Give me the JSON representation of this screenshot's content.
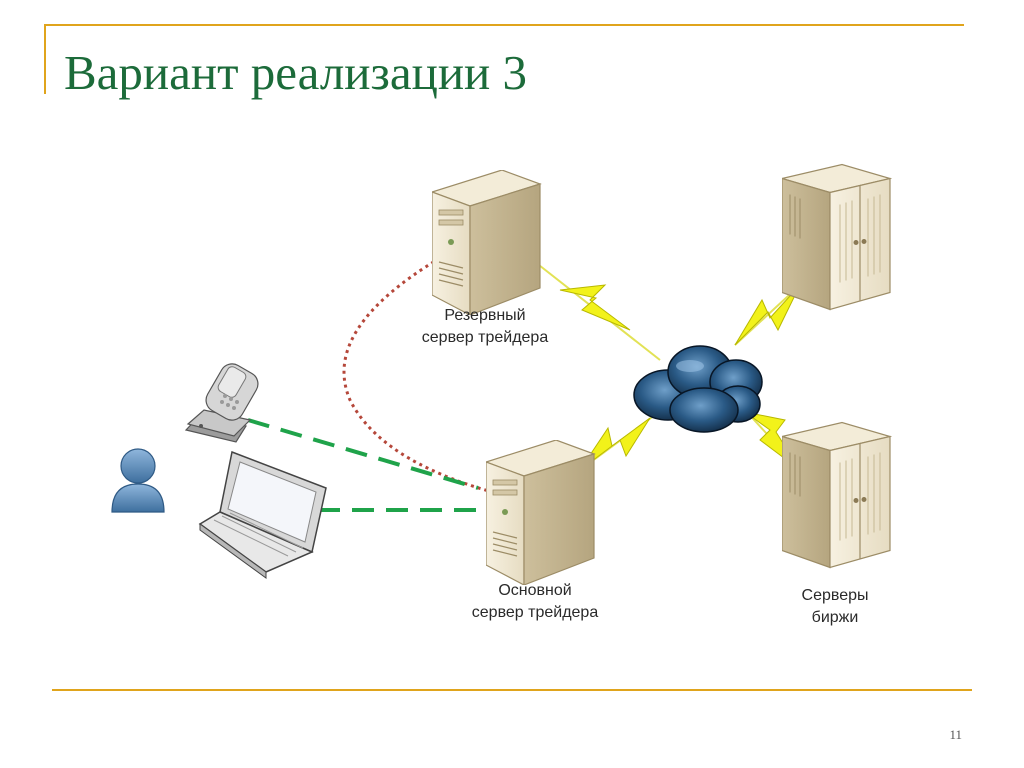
{
  "slide": {
    "title": "Вариант реализации 3",
    "page_number": "11"
  },
  "nodes": {
    "backup_server": {
      "line1": "Резервный",
      "line2": "сервер трейдера"
    },
    "main_server": {
      "line1": "Основной",
      "line2": "сервер трейдера"
    },
    "exchange_servers": {
      "line1": "Серверы",
      "line2": "биржи"
    }
  },
  "colors": {
    "title": "#1c6b3a",
    "accent_line": "#e0a41c",
    "wifi_link": "#1fa34a",
    "backup_link": "#b5473a",
    "lightning": "#f2f21a",
    "cloud": "#1d3f62"
  },
  "icons": [
    "user-icon",
    "mobile-phone-icon",
    "laptop-icon",
    "server-icon",
    "cloud-icon",
    "lightning-icon"
  ]
}
